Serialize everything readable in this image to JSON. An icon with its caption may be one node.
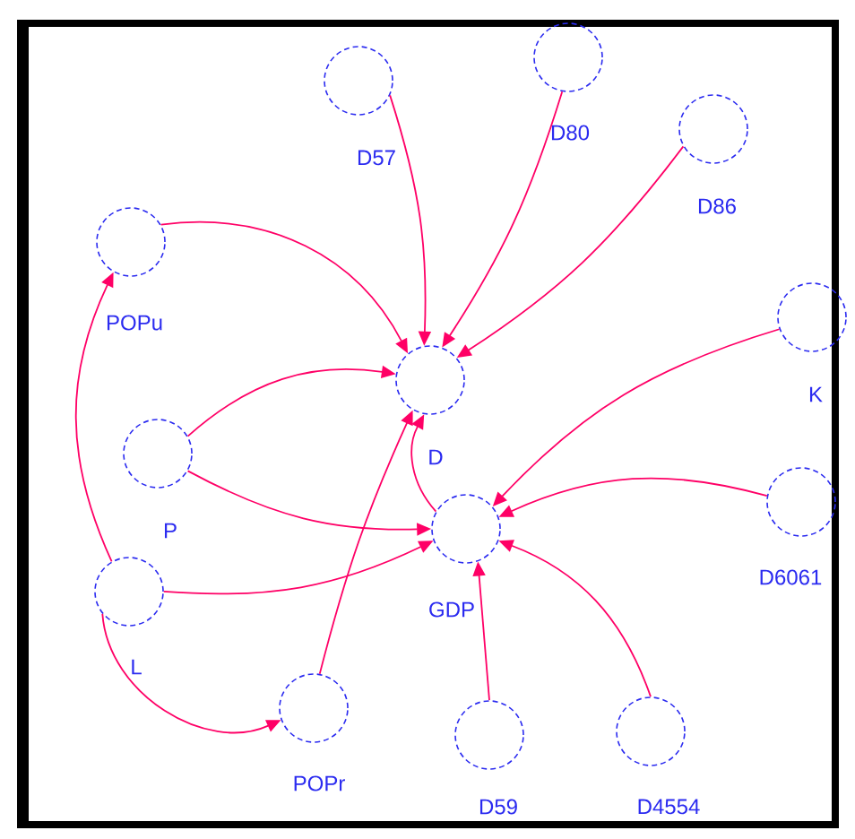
{
  "diagram": {
    "nodes": [
      {
        "text": [
          "D57"
        ]
      },
      {
        "text": [
          "D80"
        ]
      },
      {
        "text": [
          "D86"
        ]
      },
      {
        "text": [
          "POPu"
        ]
      },
      {
        "text": [
          "D"
        ]
      },
      {
        "text": [
          "K"
        ]
      },
      {
        "text": [
          "P"
        ]
      },
      {
        "text": [
          "GDP"
        ]
      },
      {
        "text": [
          "D6061"
        ]
      },
      {
        "text": [
          "L"
        ]
      },
      {
        "text": [
          "POPr"
        ]
      },
      {
        "text": [
          "D59"
        ]
      },
      {
        "text": [
          "D4554"
        ]
      }
    ],
    "edges": [
      {
        "from": 0,
        "to": 4,
        "arrow": "to"
      },
      {
        "from": 1,
        "to": 4,
        "arrow": "to"
      },
      {
        "from": 2,
        "to": 4,
        "arrow": "to"
      },
      {
        "from": 3,
        "to": 4,
        "arrow": "to"
      },
      {
        "from": 6,
        "to": 4,
        "arrow": "to"
      },
      {
        "from": 10,
        "to": 4,
        "arrow": "to"
      },
      {
        "from": 7,
        "to": 4,
        "arrow": "to"
      },
      {
        "from": 6,
        "to": 7,
        "arrow": "to"
      },
      {
        "from": 9,
        "to": 7,
        "arrow": "to"
      },
      {
        "from": 9,
        "to": 3,
        "arrow": "to"
      },
      {
        "from": 9,
        "to": 10,
        "arrow": "to"
      },
      {
        "from": 5,
        "to": 7,
        "arrow": "to"
      },
      {
        "from": 8,
        "to": 7,
        "arrow": "to"
      },
      {
        "from": 11,
        "to": 7,
        "arrow": "to"
      },
      {
        "from": 12,
        "to": 7,
        "arrow": "to"
      }
    ]
  }
}
